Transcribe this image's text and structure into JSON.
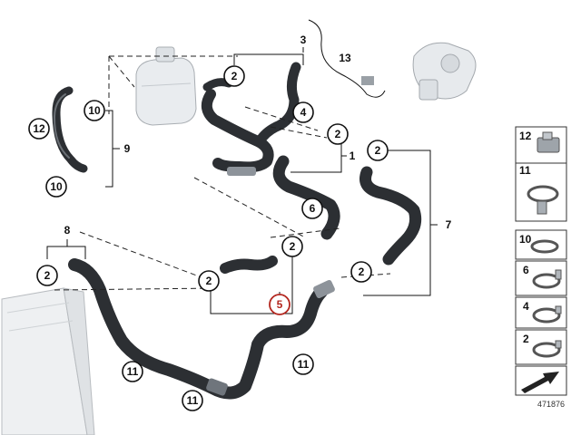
{
  "callouts": {
    "c12": "12",
    "c10a": "10",
    "c10b": "10",
    "c9": "9",
    "c2a": "2",
    "c3": "3",
    "c4": "4",
    "c13": "13",
    "c2b": "2",
    "c1": "1",
    "c6": "6",
    "c2c": "2",
    "c7": "7",
    "c8": "8",
    "c2d": "2",
    "c2e": "2",
    "c2f": "2",
    "c5": "5",
    "c2g": "2",
    "c11a": "11",
    "c11b": "11",
    "c11c": "11"
  },
  "legend": {
    "items": [
      {
        "number": "12",
        "icon": "hose-clip-icon"
      },
      {
        "number": "11",
        "icon": "hose-clamp-icon"
      },
      {
        "number": "10",
        "icon": "clamp-icon"
      },
      {
        "number": "6",
        "icon": "clamp-icon"
      },
      {
        "number": "4",
        "icon": "clamp-icon"
      },
      {
        "number": "2",
        "icon": "clamp-icon"
      }
    ],
    "reference": "471876"
  },
  "colors": {
    "hose": "#2c2f33",
    "highlight_callout": "#b3261e",
    "lines": "#111111"
  }
}
